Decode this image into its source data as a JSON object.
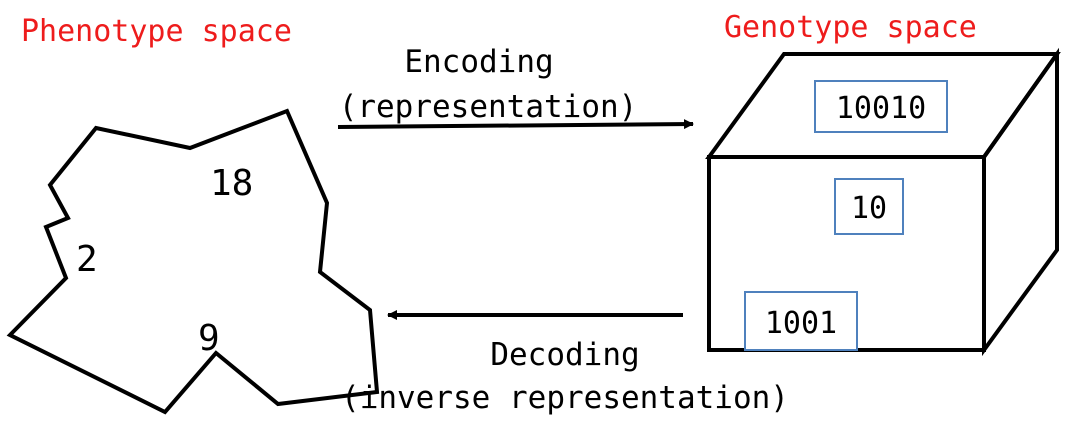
{
  "phenotype_title": "Phenotype space",
  "genotype_title": "Genotype space",
  "encoding": {
    "line1": "Encoding",
    "line2": "(representation)"
  },
  "decoding": {
    "line1": "Decoding",
    "line2": "(inverse representation)"
  },
  "phenotype_values": [
    "18",
    "2",
    "9"
  ],
  "genotype_values": [
    "10010",
    "10",
    "1001"
  ],
  "colors": {
    "title": "#ee1c1c",
    "outline": "#000000",
    "box": "#4f81bd"
  }
}
